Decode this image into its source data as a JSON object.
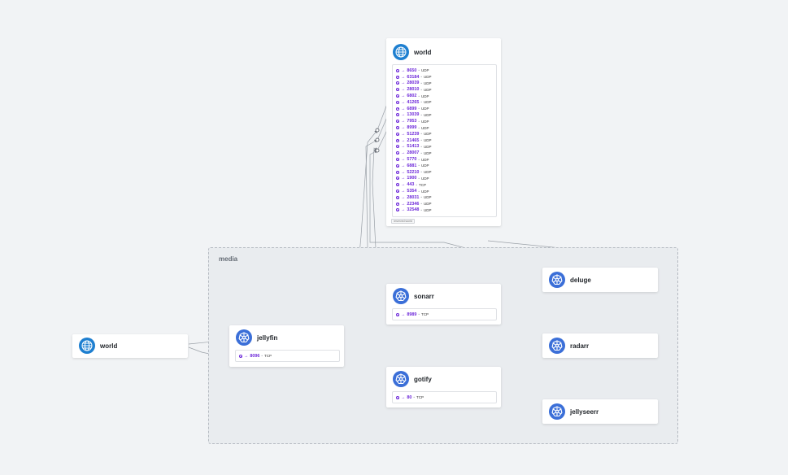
{
  "namespace": {
    "label": "media"
  },
  "nodes": {
    "world_top": {
      "title": "world",
      "icon": "globe-icon",
      "ports": [
        {
          "port": "8650",
          "proto": "UDP"
        },
        {
          "port": "63184",
          "proto": "UDP"
        },
        {
          "port": "28039",
          "proto": "UDP"
        },
        {
          "port": "28010",
          "proto": "UDP"
        },
        {
          "port": "6802",
          "proto": "UDP"
        },
        {
          "port": "41265",
          "proto": "UDP"
        },
        {
          "port": "6899",
          "proto": "UDP"
        },
        {
          "port": "13039",
          "proto": "UDP"
        },
        {
          "port": "7953",
          "proto": "UDP"
        },
        {
          "port": "8999",
          "proto": "UDP"
        },
        {
          "port": "51239",
          "proto": "UDP"
        },
        {
          "port": "21465",
          "proto": "UDP"
        },
        {
          "port": "51413",
          "proto": "UDP"
        },
        {
          "port": "28007",
          "proto": "UDP"
        },
        {
          "port": "5770",
          "proto": "UDP"
        },
        {
          "port": "6881",
          "proto": "UDP"
        },
        {
          "port": "52210",
          "proto": "UDP"
        },
        {
          "port": "1900",
          "proto": "UDP"
        },
        {
          "port": "443",
          "proto": "TCP"
        },
        {
          "port": "5354",
          "proto": "UDP"
        },
        {
          "port": "28031",
          "proto": "UDP"
        },
        {
          "port": "22346",
          "proto": "UDP"
        },
        {
          "port": "32548",
          "proto": "UDP"
        }
      ],
      "footer": "reserved:world"
    },
    "world_left": {
      "title": "world",
      "icon": "globe-icon"
    },
    "jellyfin": {
      "title": "jellyfin",
      "icon": "kubernetes-icon",
      "ports": [
        {
          "port": "8096",
          "proto": "TCP"
        }
      ]
    },
    "sonarr": {
      "title": "sonarr",
      "icon": "kubernetes-icon",
      "ports": [
        {
          "port": "8989",
          "proto": "TCP"
        }
      ]
    },
    "gotify": {
      "title": "gotify",
      "icon": "kubernetes-icon",
      "ports": [
        {
          "port": "80",
          "proto": "TCP"
        }
      ]
    },
    "deluge": {
      "title": "deluge",
      "icon": "kubernetes-icon"
    },
    "radarr": {
      "title": "radarr",
      "icon": "kubernetes-icon"
    },
    "jellyseerr": {
      "title": "jellyseerr",
      "icon": "kubernetes-icon"
    }
  },
  "colors": {
    "background": "#f1f3f5",
    "namespace_fill": "#e9ecef",
    "port_accent": "#6d28d9",
    "k8s_icon": "#3b6fd8",
    "globe_icon": "#1e7fd0",
    "edge": "#8b9097"
  },
  "port_arrow": "→",
  "port_sep": "•"
}
